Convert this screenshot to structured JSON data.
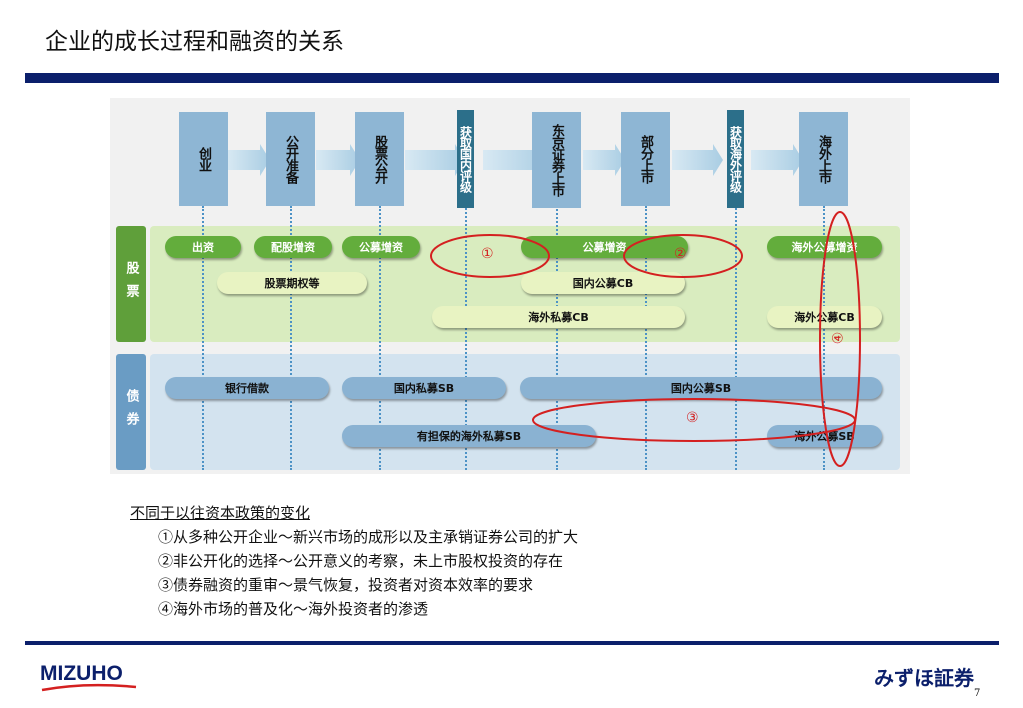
{
  "page": {
    "title": "企业的成长过程和融资的关系",
    "page_number": "7"
  },
  "stages": [
    {
      "label": "创业"
    },
    {
      "label": "公开准备"
    },
    {
      "label": "股票公开"
    },
    {
      "label": "东京证券上市"
    },
    {
      "label": "部分上市"
    },
    {
      "label": "海外上市"
    }
  ],
  "ratings": [
    {
      "label": "获取国内评级"
    },
    {
      "label": "获取海外评级"
    }
  ],
  "categories": {
    "stock": "股票",
    "bond": "债券"
  },
  "stock_items": [
    {
      "label": "出资"
    },
    {
      "label": "配股增资"
    },
    {
      "label": "公募增资"
    },
    {
      "label": "公募增资"
    },
    {
      "label": "海外公募增资"
    },
    {
      "label": "股票期权等"
    },
    {
      "label": "国内公募CB"
    },
    {
      "label": "海外私募CB"
    },
    {
      "label": "海外公募CB"
    }
  ],
  "bond_items": [
    {
      "label": "银行借款"
    },
    {
      "label": "国内私募SB"
    },
    {
      "label": "国内公募SB"
    },
    {
      "label": "有担保的海外私募SB"
    },
    {
      "label": "海外公募SB"
    }
  ],
  "annotations": [
    {
      "label": "①"
    },
    {
      "label": "②"
    },
    {
      "label": "③"
    },
    {
      "label": "④"
    }
  ],
  "annotation_color": "#d42020",
  "notes": {
    "heading": "不同于以往资本政策的变化",
    "items": [
      "①从多种公开企业～新兴市场的成形以及主承销证券公司的扩大",
      "②非公开化的选择～公开意义的考察，未上市股权投资的存在",
      "③债券融资的重审～景气恢复，投资者对资本效率的要求",
      "④海外市场的普及化～海外投资者的渗透"
    ]
  },
  "footer": {
    "left_logo": "MIZUHO",
    "right_logo": "みずほ証券"
  },
  "colors": {
    "brand_navy": "#0b1f6b",
    "stage_blue": "#8eb6d4",
    "rating_teal": "#2c6f8a",
    "stock_green": "#63ad3c",
    "bond_blue": "#8ab2d2"
  }
}
